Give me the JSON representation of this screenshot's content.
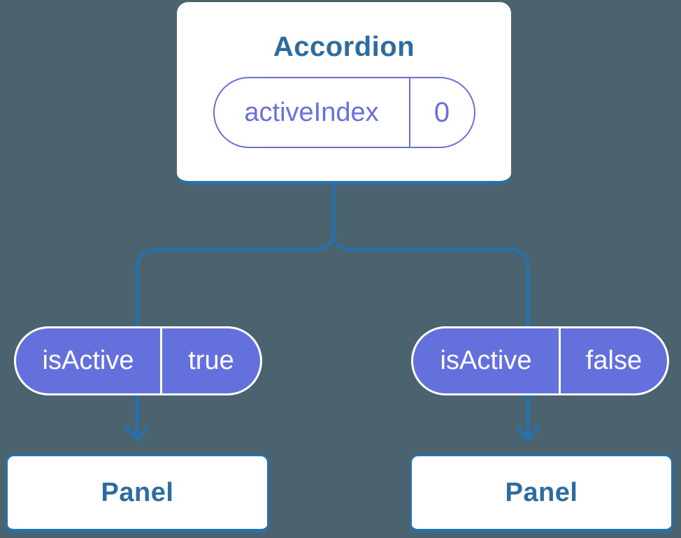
{
  "colors": {
    "bg": "#4b636e",
    "line": "#2a70a8",
    "heading": "#2d6c9e",
    "purple": "#6471dd",
    "indigo": "#6b6fde",
    "card": "#ffffff",
    "pill-text": "#ffffff"
  },
  "root_card": {
    "title": "Accordion",
    "state_pill": {
      "label": "activeIndex",
      "value": "0"
    }
  },
  "children": [
    {
      "prop_pill": {
        "label": "isActive",
        "value": "true"
      },
      "card": {
        "title": "Panel"
      }
    },
    {
      "prop_pill": {
        "label": "isActive",
        "value": "false"
      },
      "card": {
        "title": "Panel"
      }
    }
  ]
}
